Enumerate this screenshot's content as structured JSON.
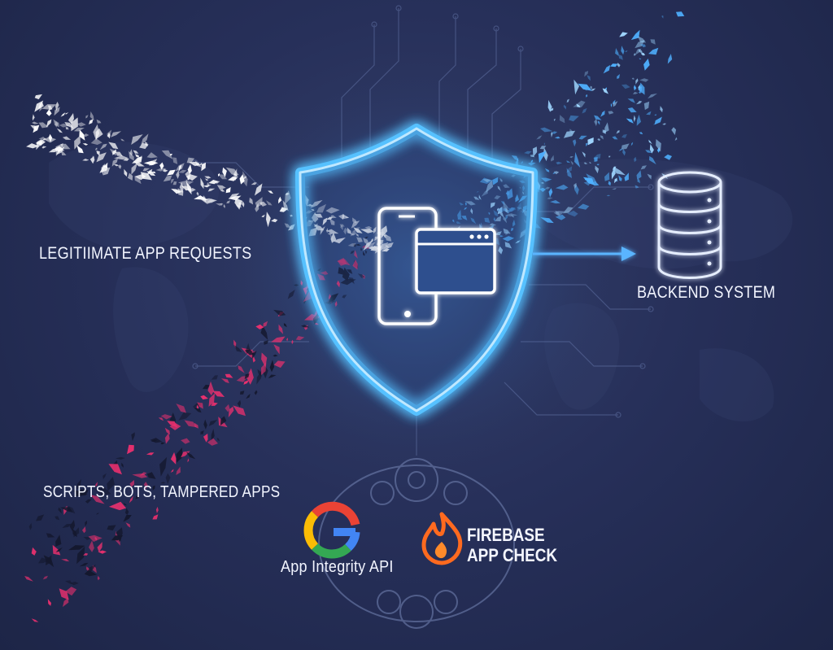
{
  "labels": {
    "legitimate": "LEGITIIMATE APP REQUESTS",
    "malicious": "SCRIPTS, BOTS, TAMPERED APPS",
    "backend": "BACKEND SYSTEM",
    "google_api": "App Integrity API",
    "firebase_line1": "FIREBASE",
    "firebase_line2": "APP CHECK"
  },
  "colors": {
    "background": "#27305a",
    "shield_glow": "#4fb6ff",
    "legit_particles": "#ffffff",
    "malicious_particles": "#e8306e",
    "firebase_flame": "#ff6a1f"
  },
  "icons": [
    "shield-icon",
    "phone-icon",
    "browser-window-icon",
    "database-icon",
    "google-logo-icon",
    "firebase-flame-icon",
    "gear-icon"
  ]
}
